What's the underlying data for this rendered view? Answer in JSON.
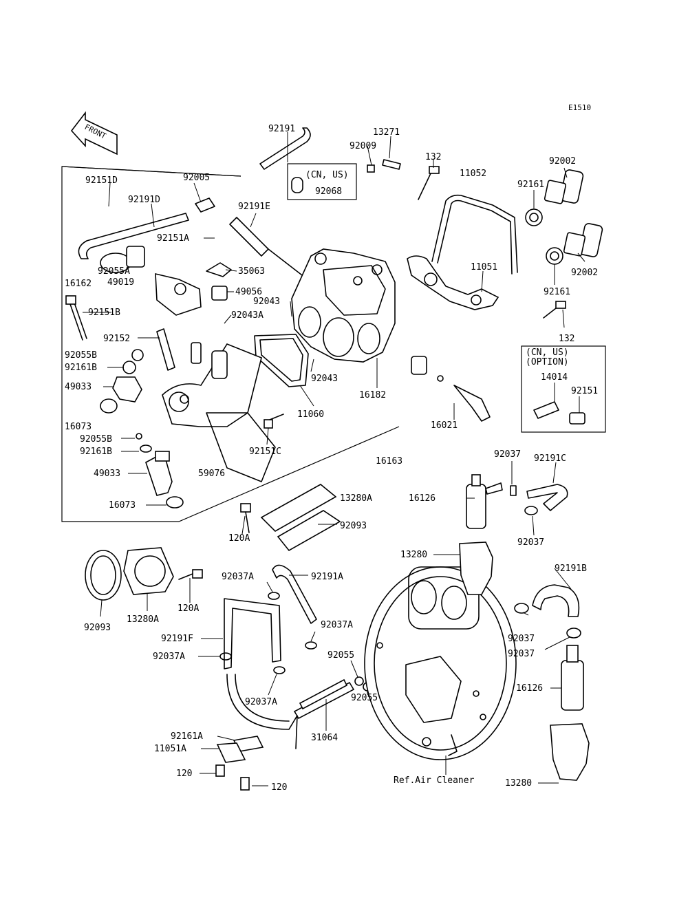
{
  "diagram_code": "E1510",
  "front_label": "FRONT",
  "callouts": {
    "p92191": "92191",
    "p13271": "13271",
    "p92009": "92009",
    "cnus_a": "(CN, US)",
    "p92068": "92068",
    "p132_top": "132",
    "p11052": "11052",
    "p92002_top": "92002",
    "p92161_top": "92161",
    "p92002_mid": "92002",
    "p92161_mid": "92161",
    "p132_bot": "132",
    "p92151D": "92151D",
    "p92005": "92005",
    "p92191D": "92191D",
    "p92191E": "92191E",
    "p92151A": "92151A",
    "p35063": "35063",
    "p16162": "16162",
    "p92055A": "92055A",
    "p49019": "49019",
    "p49056": "49056",
    "p92043_a": "92043",
    "p92043A": "92043A",
    "p11051": "11051",
    "p92151B": "92151B",
    "p92152": "92152",
    "p92055B_a": "92055B",
    "p92161B_a": "92161B",
    "p49033_a": "49033",
    "p16073_a": "16073",
    "p92043_b": "92043",
    "p16182": "16182",
    "p11060": "11060",
    "p16021": "16021",
    "cnus_opt_1": "(CN, US)",
    "cnus_opt_2": "(OPTION)",
    "p14014": "14014",
    "p92151": "92151",
    "p92055B_b": "92055B",
    "p92161B_b": "92161B",
    "p92151C": "92151C",
    "p49033_b": "49033",
    "p59076": "59076",
    "p16073_b": "16073",
    "p16163": "16163",
    "p92037_a": "92037",
    "p92191C": "92191C",
    "p16126_a": "16126",
    "p13280A_a": "13280A",
    "p92093_a": "92093",
    "p120A_a": "120A",
    "p92037_b": "92037",
    "p13280_a": "13280",
    "p92037A_a": "92037A",
    "p92191A": "92191A",
    "p92191B": "92191B",
    "p92093_b": "92093",
    "p13280A_b": "13280A",
    "p120A_b": "120A",
    "p92037A_b": "92037A",
    "p92191F": "92191F",
    "p92037_c": "92037",
    "p92037_d": "92037",
    "p92037A_c": "92037A",
    "p92055_a": "92055",
    "p92055_b": "92055",
    "p92037A_d": "92037A",
    "p16126_b": "16126",
    "p31064": "31064",
    "p92161A": "92161A",
    "p11051A": "11051A",
    "p120_a": "120",
    "p120_b": "120",
    "p13280_b": "13280",
    "ref_air_cleaner": "Ref.Air Cleaner"
  }
}
